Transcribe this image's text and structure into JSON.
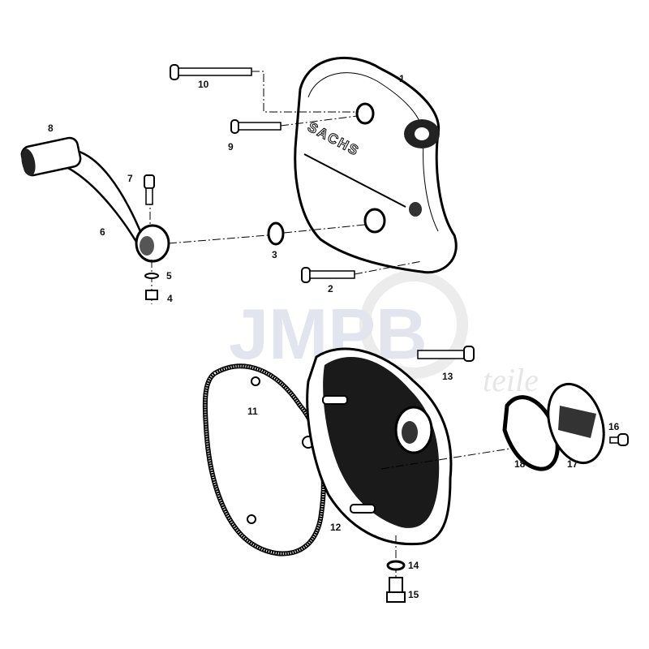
{
  "watermark": {
    "main": "JMPB",
    "sub": "teile"
  },
  "cover_brand": "SACHS",
  "labels": {
    "p1": "1",
    "p2": "2",
    "p3": "3",
    "p4": "4",
    "p5": "5",
    "p6": "6",
    "p7": "7",
    "p8": "8",
    "p9": "9",
    "p10": "10",
    "p11": "11",
    "p12": "12",
    "p13": "13",
    "p14": "14",
    "p15": "15",
    "p16": "16",
    "p17": "17",
    "p18": "18"
  }
}
